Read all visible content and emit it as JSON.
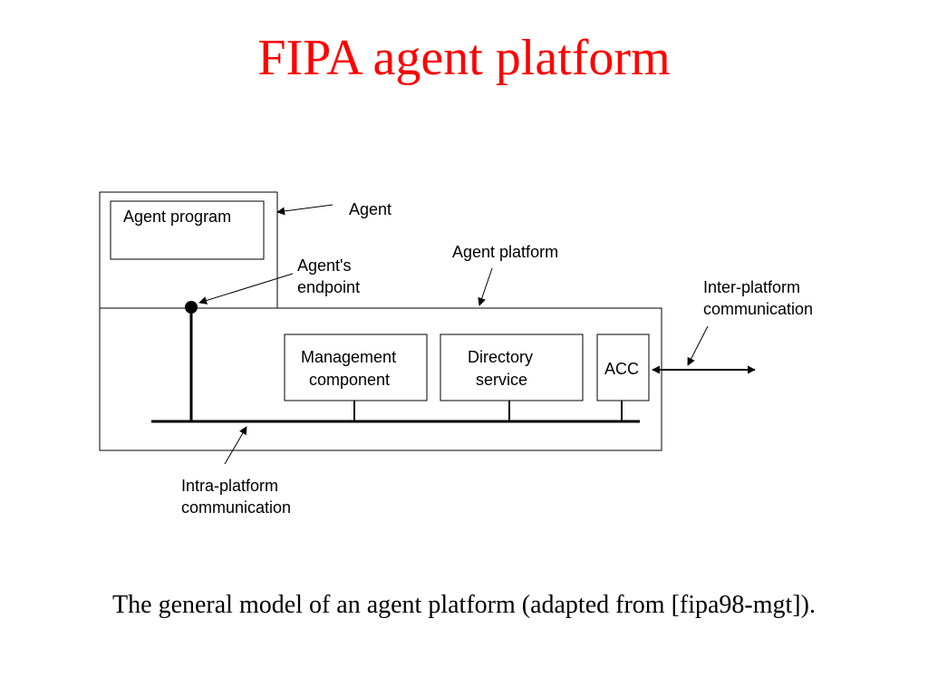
{
  "title": "FIPA agent platform",
  "title_color": "#ff0000",
  "caption": "The general model of an agent platform (adapted from [fipa98-mgt]).",
  "diagram": {
    "agent_program": "Agent program",
    "agent_label": "Agent",
    "agent_platform_label": "Agent platform",
    "endpoint_label_line1": "Agent's",
    "endpoint_label_line2": "endpoint",
    "inter_platform_line1": "Inter-platform",
    "inter_platform_line2": "communication",
    "management_line1": "Management",
    "management_line2": "component",
    "directory_line1": "Directory",
    "directory_line2": "service",
    "acc": "ACC",
    "intra_platform_line1": "Intra-platform",
    "intra_platform_line2": "communication"
  }
}
